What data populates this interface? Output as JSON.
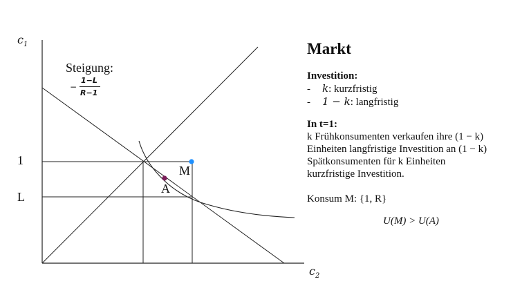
{
  "diagram": {
    "axis_y_label": "c1",
    "axis_x_label": "c2",
    "tick_1": "1",
    "tick_L": "L",
    "slope_label": "Steigung:",
    "slope_formula": "− 1−L / R−1",
    "slope_numerator": "1−L",
    "slope_denominator": "R−1",
    "point_M_label": "M",
    "point_A_label": "A",
    "colors": {
      "point_M": "#1e90ff",
      "point_A": "#7b1e5a",
      "lines": "#222222"
    }
  },
  "panel": {
    "title": "Markt",
    "investition_heading": "Investition:",
    "investition_items": [
      {
        "bullet": "-",
        "var": "k",
        "text": ": kurzfristig"
      },
      {
        "bullet": "-",
        "var": "1 − k",
        "text": ": langfristig"
      }
    ],
    "t1_heading": "In t=1:",
    "t1_lines": [
      "k Frühkonsumenten verkaufen ihre (1 − k)",
      "Einheiten langfristige Investition an (1 − k)",
      "Spätkonsumenten für k Einheiten",
      "kurzfristige  Investition."
    ],
    "konsum": "Konsum M: {1, R}",
    "utility": "U(M)  >  U(A)"
  }
}
